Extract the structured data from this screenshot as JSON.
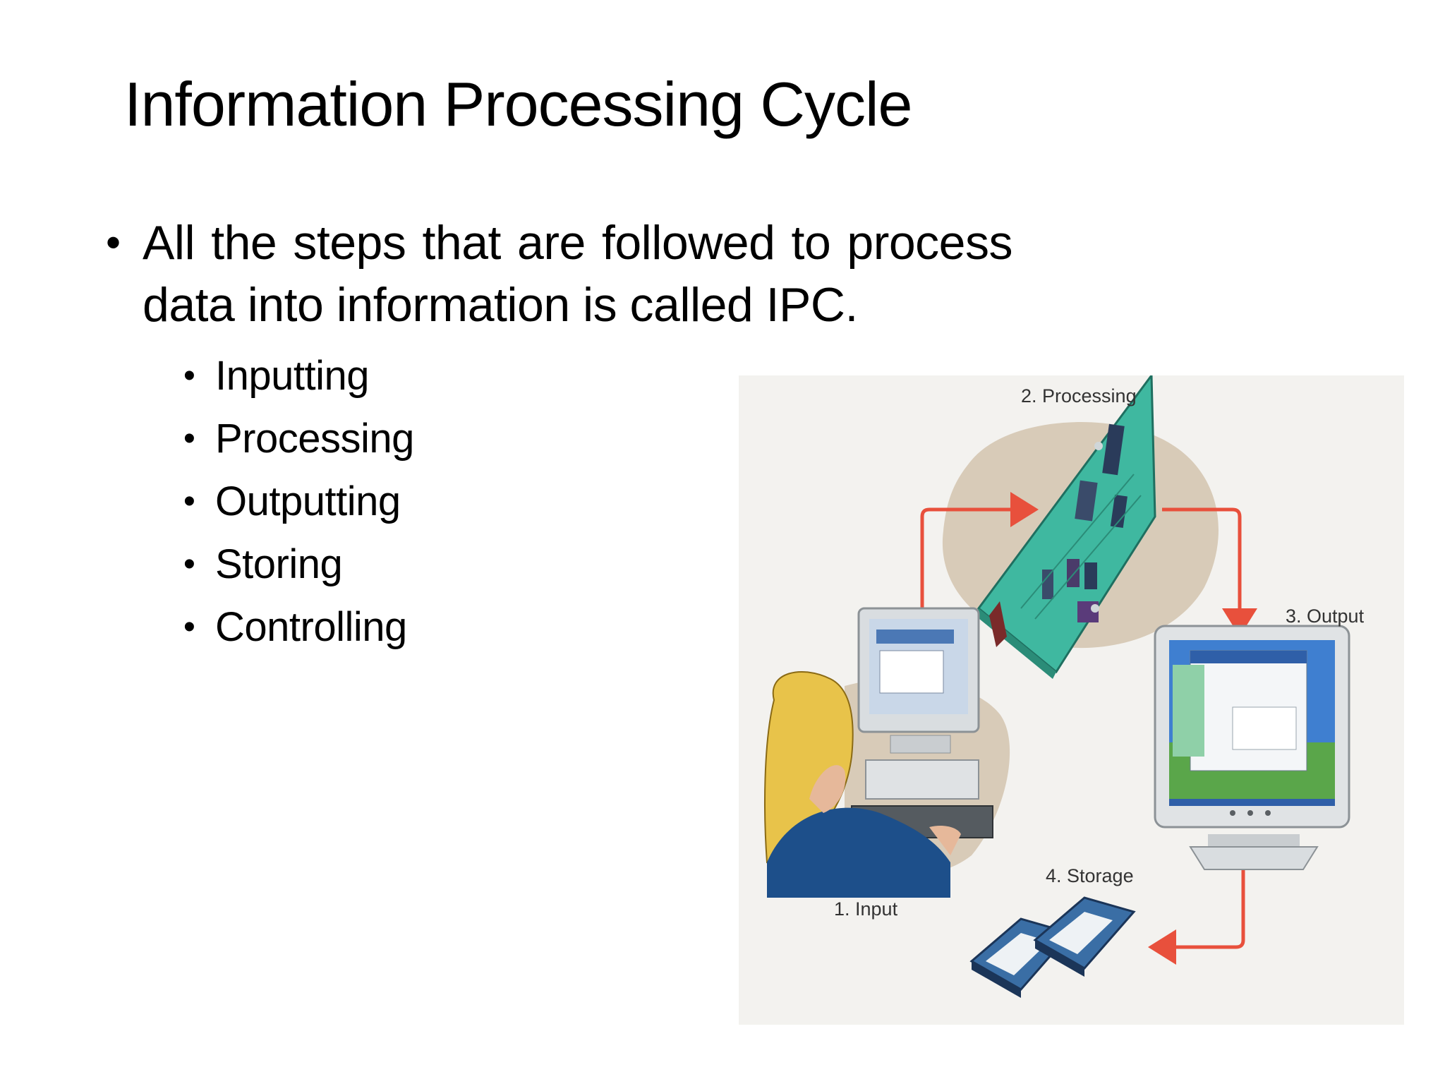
{
  "slide": {
    "title": "Information Processing Cycle",
    "main_bullet": "All the steps that are followed to process data into information is called IPC.",
    "sub_bullets": [
      "Inputting",
      "Processing",
      "Outputting",
      "Storing",
      "Controlling"
    ]
  },
  "illustration": {
    "labels": {
      "input": "1. Input",
      "processing": "2. Processing",
      "output": "3. Output",
      "storage": "4. Storage"
    },
    "colors": {
      "arrow": "#e8503c",
      "circuit_board": "#3fb8a0",
      "blob": "#d8cbb8",
      "hair": "#e8c34a",
      "sweater": "#1d4f8a",
      "disk_drive": "#3a6ea5"
    },
    "icons": [
      "person-at-computer-icon",
      "circuit-board-icon",
      "monitor-icon",
      "disk-drive-icon"
    ]
  }
}
